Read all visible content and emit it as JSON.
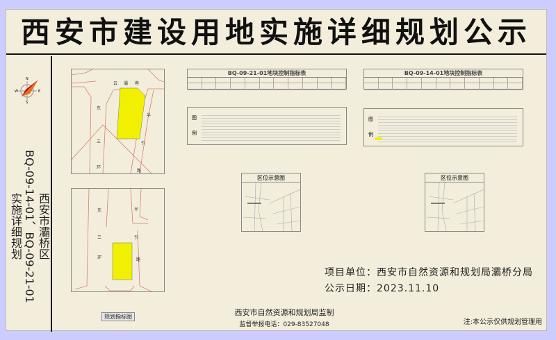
{
  "title": "西安市建设用地实施详细规划公示",
  "sidebar": {
    "lines": [
      "西安市灞桥区",
      "BQ-09-14-01、BQ-09-21-01",
      "实施详细规划"
    ],
    "compass": {
      "n": "N",
      "s": "S",
      "e": "E",
      "w": "W"
    }
  },
  "map_upper": {
    "roads": [
      "云",
      "灞",
      "巷",
      "东",
      "三",
      "环",
      "半",
      "引",
      "路"
    ]
  },
  "map_lower": {
    "roads": [
      "东",
      "三",
      "环",
      "半",
      "引",
      "路"
    ]
  },
  "table1": {
    "title": "BQ-09-21-01地块控制指标表"
  },
  "table2": {
    "title": "BQ-09-14-01地块控制指标表"
  },
  "legend": {
    "label_top": "图",
    "label_bottom": "例"
  },
  "location1": {
    "title": "区位示意图"
  },
  "location2": {
    "title": "区位示意图"
  },
  "project": {
    "unit": "项目单位：西安市自然资源和规划局灞桥分局",
    "date": "公示日期：2023.11.10"
  },
  "button": {
    "label": "规划指标图"
  },
  "footer": {
    "supervisor": "西安市自然资源和规划局监制",
    "hotline": "监督举报电话：029-83527048",
    "note": "注:本公示仅供规划管理用"
  },
  "colors": {
    "background": "#ccccff",
    "board": "#f2eedb",
    "parcel": "#f0f000",
    "road": "#d98070"
  }
}
